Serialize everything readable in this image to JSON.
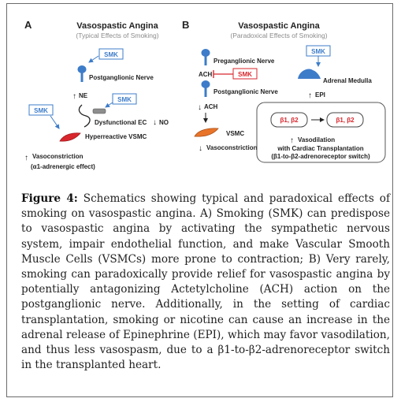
{
  "panelA": {
    "letter": "A",
    "title": "Vasospastic Angina",
    "subtitle": "(Typical Effects of Smoking)",
    "smk_top": "SMK",
    "postganglionic": "Postganglionic Nerve",
    "ne": "NE",
    "smk_mid": "SMK",
    "smk_left": "SMK",
    "dysfunctional": "Dysfunctional EC",
    "no_arrow": "↓",
    "no": "NO",
    "vsmc": "Hyperreactive VSMC",
    "vasoconstriction": "Vasoconstriction",
    "alpha": "(α1-adrenergic effect)"
  },
  "panelB": {
    "letter": "B",
    "title": "Vasospastic Angina",
    "subtitle": "(Paradoxical Effects of Smoking)",
    "preganglionic": "Preganglionic Nerve",
    "ach_top": "ACH",
    "smk_inhibit": "SMK",
    "smk_adrenal": "SMK",
    "adrenal": "Adrenal Medulla",
    "postganglionic": "Postganglionic Nerve",
    "epi": "EPI",
    "ach_down": "ACH",
    "vsmc": "VSMC",
    "vasoconstriction": "Vasoconstriction",
    "beta_left": "β1, β2",
    "beta_right": "β1, β2",
    "vasodilation": "Vasodilation",
    "cardiac": "with Cardiac Transplantation",
    "switch": "(β1-to-β2-adrenoreceptor switch)"
  },
  "caption": {
    "label": "Figure 4:",
    "text": " Schematics showing typical and paradoxical effects of smoking on vasospastic angina. A) Smoking (SMK) can predispose to vasospastic angina by activating the sympathetic nervous system, impair endothelial function, and make Vascular Smooth Muscle Cells (VSMCs) more prone to contraction; B) Very rarely, smoking can paradoxically provide relief for vasospastic angina by potentially antagonizing Actetylcholine (ACH) action on the postganglionic nerve. Additionally, in the setting of cardiac transplantation, smoking or nicotine can cause an increase in the adrenal release of Epinephrine (EPI), which may favor vasodilation, and thus less vasospasm, due to a β1-to-β2-adrenoreceptor switch in the transplanted heart."
  },
  "colors": {
    "blue": "#3d7cc9",
    "red": "#d8262c",
    "orange": "#e8742a"
  }
}
